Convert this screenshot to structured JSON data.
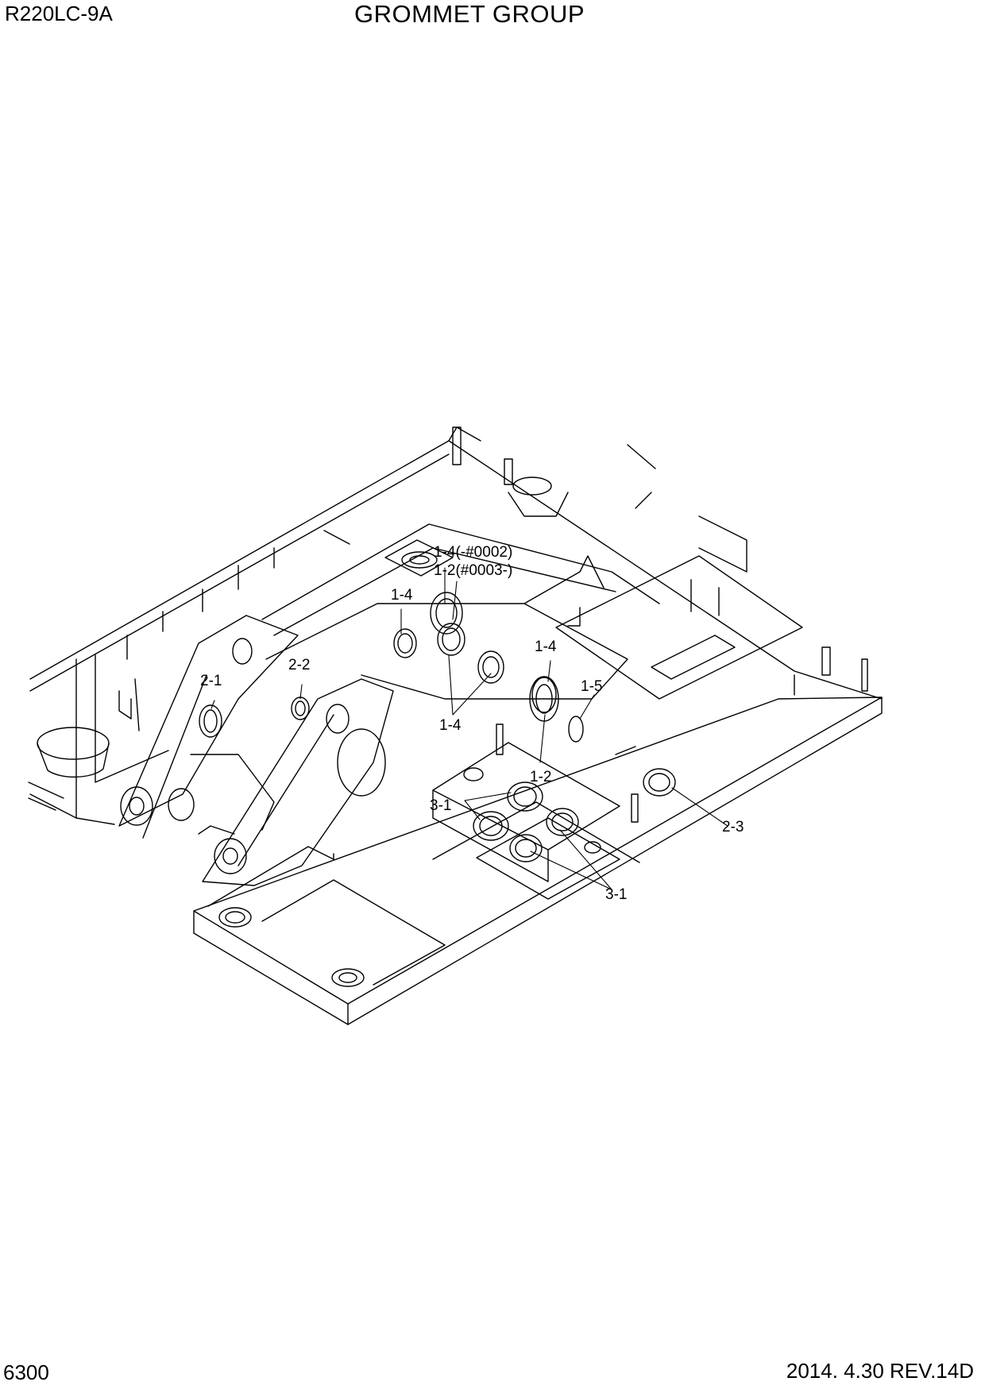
{
  "header": {
    "model": "R220LC-9A",
    "title": "GROMMET GROUP"
  },
  "footer": {
    "page_number": "6300",
    "revision": "2014. 4.30  REV.14D"
  },
  "callouts": {
    "c_1_4_a": "1-4(-#0002)",
    "c_1_2_a": "1-2(#0003-)",
    "c_1_4_b": "1-4",
    "c_2_2": "2-2",
    "c_2_1": "2-1",
    "c_1_4_c": "1-4",
    "c_1_4_d": "1-4",
    "c_1_5": "1-5",
    "c_1_2_b": "1-2",
    "c_3_1_a": "3-1",
    "c_2_3": "2-3",
    "c_3_1_b": "3-1"
  }
}
